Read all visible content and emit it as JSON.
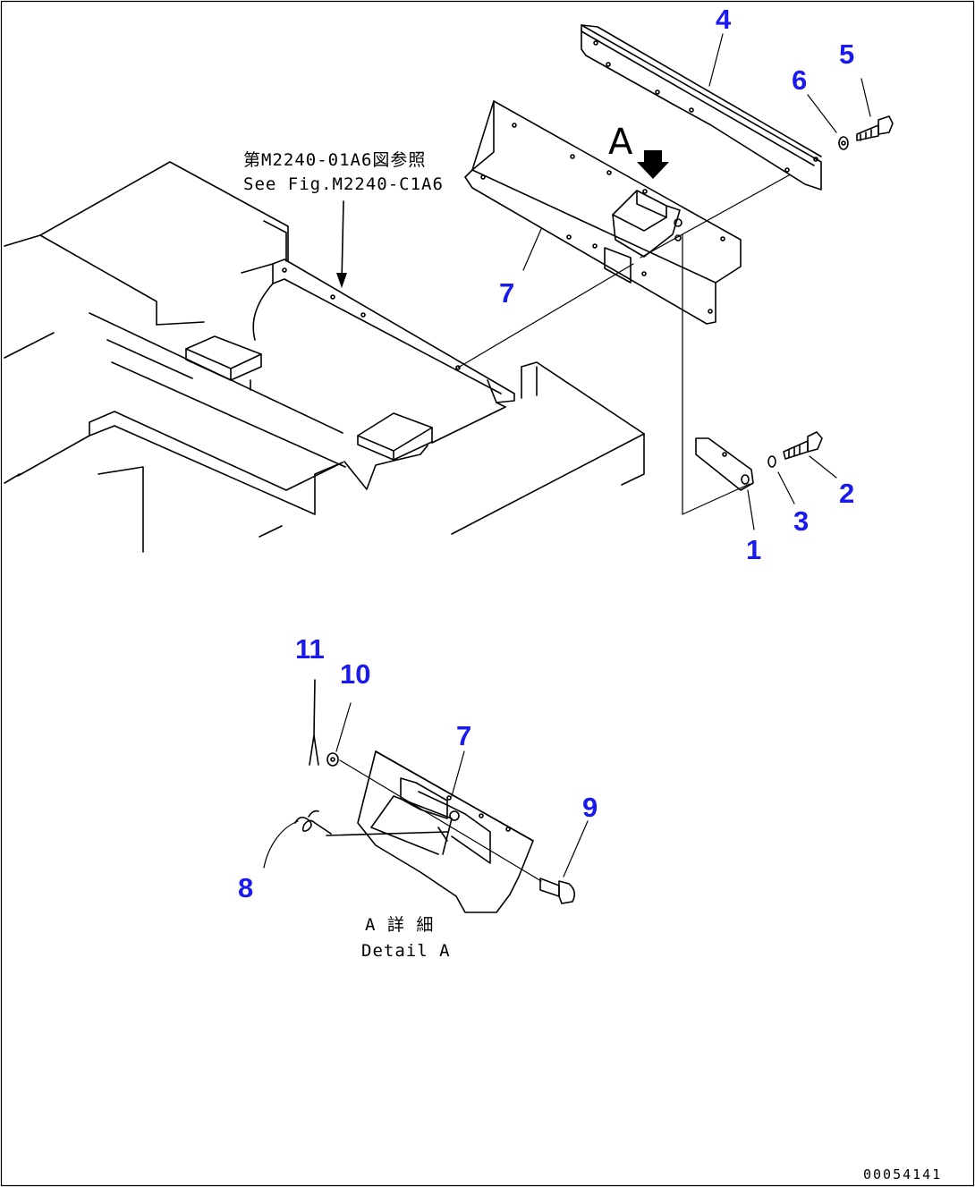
{
  "reference": {
    "line_jp": "第M2240-01A6図参照",
    "line_en": "See Fig.M2240-C1A6"
  },
  "view_marker": "A",
  "detail": {
    "line_jp": "A 詳 細",
    "line_en": "Detail A"
  },
  "drawing_code": "00054141",
  "callouts": {
    "c1": "1",
    "c2": "2",
    "c3": "3",
    "c4": "4",
    "c5": "5",
    "c6": "6",
    "c7_main": "7",
    "c7_detail": "7",
    "c8": "8",
    "c9": "9",
    "c10": "10",
    "c11": "11"
  },
  "colors": {
    "callout": "#1a1aee",
    "line": "#000000",
    "background": "#ffffff"
  }
}
